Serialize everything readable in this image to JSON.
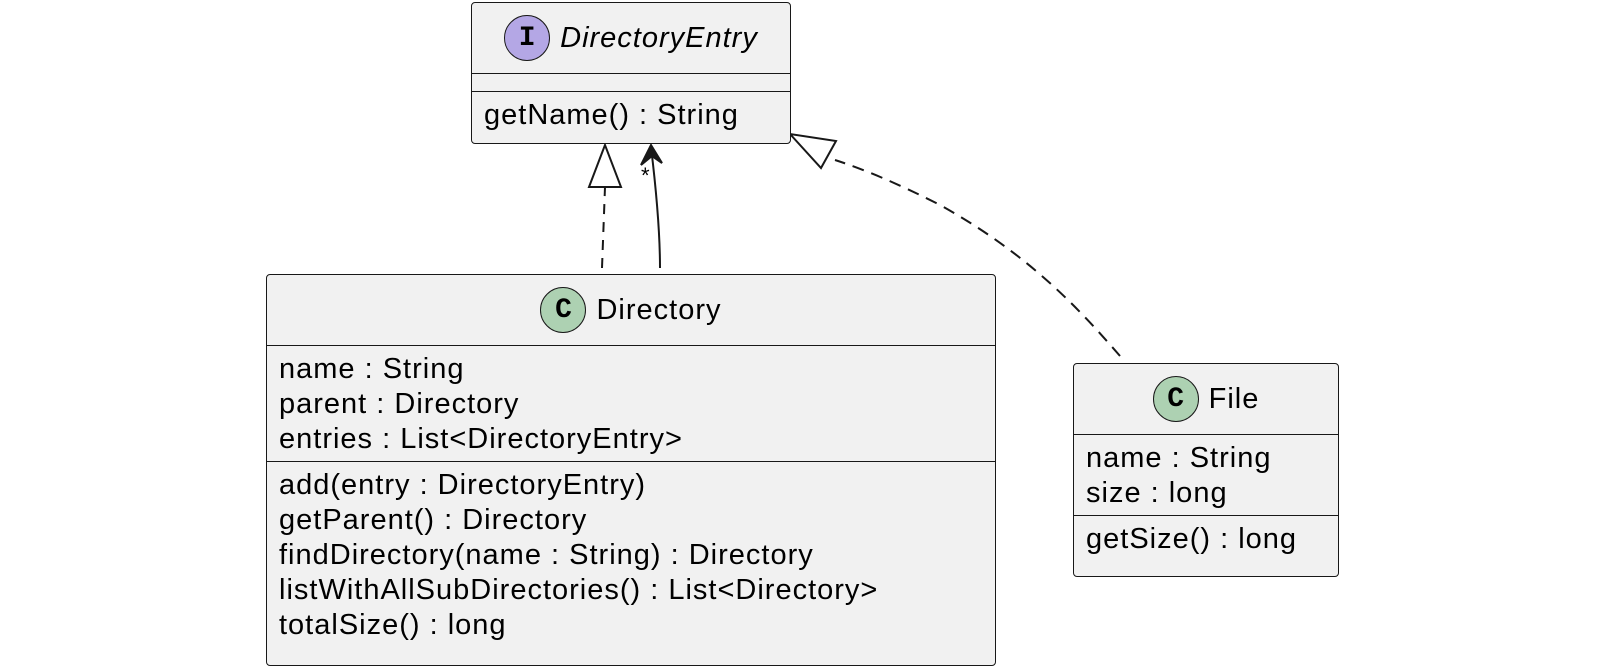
{
  "interface": {
    "stereotype_glyph": "I",
    "name": "DirectoryEntry",
    "fields": [],
    "methods": [
      "getName() : String"
    ]
  },
  "directory": {
    "stereotype_glyph": "C",
    "name": "Directory",
    "fields": [
      "name : String",
      "parent : Directory",
      "entries : List<DirectoryEntry>"
    ],
    "methods": [
      "add(entry : DirectoryEntry)",
      "getParent() : Directory",
      "findDirectory(name : String) : Directory",
      "listWithAllSubDirectories() : List<Directory>",
      "totalSize() : long"
    ]
  },
  "file": {
    "stereotype_glyph": "C",
    "name": "File",
    "fields": [
      "name : String",
      "size : long"
    ],
    "methods": [
      "getSize() : long"
    ]
  },
  "relations": {
    "association_multiplicity": "*"
  },
  "colors": {
    "interface_badge": "#b4a7e5",
    "class_badge": "#add1b2",
    "box_fill": "#f1f1f1",
    "stroke": "#181818"
  }
}
